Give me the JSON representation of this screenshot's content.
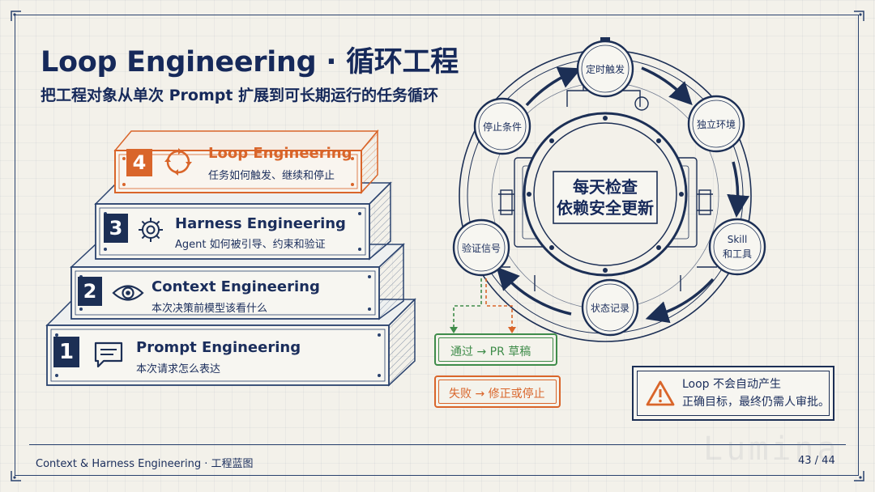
{
  "header": {
    "title": "Loop Engineering · 循环工程",
    "subtitle": "把工程对象从单次 Prompt 扩展到可长期运行的任务循环"
  },
  "layers": [
    {
      "number": "4",
      "title": "Loop Engineering",
      "description": "任务如何触发、继续和停止",
      "icon": "cycle-icon"
    },
    {
      "number": "3",
      "title": "Harness Engineering",
      "description": "Agent 如何被引导、约束和验证",
      "icon": "gear-icon"
    },
    {
      "number": "2",
      "title": "Context Engineering",
      "description": "本次决策前模型该看什么",
      "icon": "eye-icon"
    },
    {
      "number": "1",
      "title": "Prompt Engineering",
      "description": "本次请求怎么表达",
      "icon": "chat-icon"
    }
  ],
  "loop": {
    "center_line1": "每天检查",
    "center_line2": "依赖安全更新",
    "nodes": {
      "trigger": "定时触发",
      "env": "独立环境",
      "skill_line1": "Skill",
      "skill_line2": "和工具",
      "state": "状态记录",
      "verify": "验证信号",
      "stop": "停止条件"
    }
  },
  "outcomes": {
    "pass": "通过  →  PR 草稿",
    "fail": "失败  →  修正或停止"
  },
  "warning": {
    "line1": "Loop 不会自动产生",
    "line2": "正确目标，最终仍需人审批。"
  },
  "footer": {
    "left": "Context & Harness Engineering · 工程蓝图",
    "page": "43 / 44"
  },
  "watermark": "Lumina",
  "colors": {
    "navy": "#1c2f55",
    "accent_orange": "#d9652a",
    "pass_green": "#3f8c4a",
    "paper": "#f3f1ea"
  }
}
